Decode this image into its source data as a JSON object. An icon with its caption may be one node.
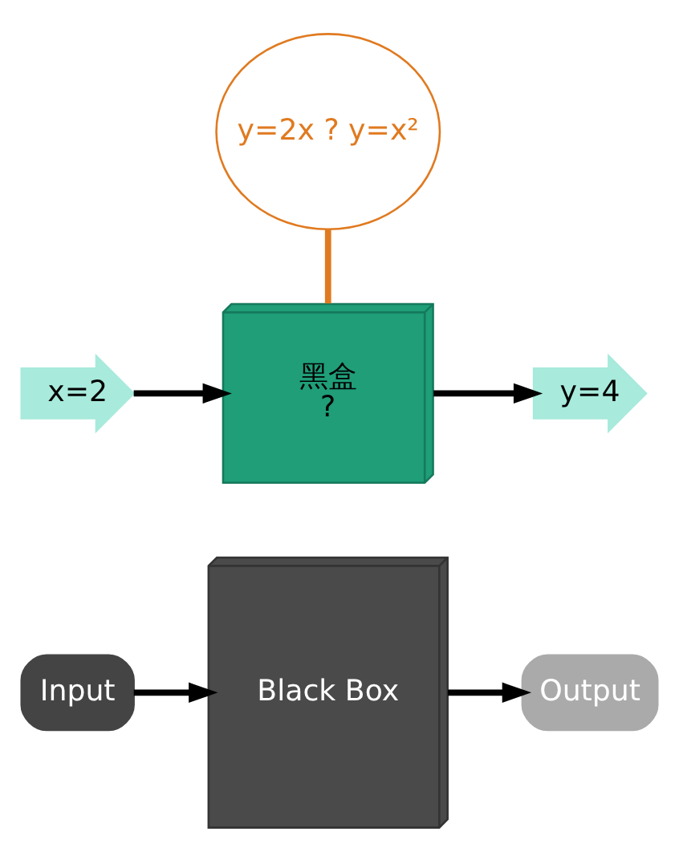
{
  "diagram": {
    "nodes": [
      {
        "text": [
          "Input"
        ]
      },
      {
        "text": [
          "Black Box"
        ]
      },
      {
        "text": [
          "Output"
        ]
      },
      {
        "text": [
          "y=2x ? y=x²"
        ]
      },
      {
        "text": [
          "黑盒",
          "?"
        ]
      },
      {
        "text": [
          "x=2"
        ]
      },
      {
        "text": [
          "y=4"
        ]
      }
    ],
    "edges": [
      {
        "from": 0,
        "to": 1,
        "arrow": "to"
      },
      {
        "from": 1,
        "to": 2,
        "arrow": "to"
      },
      {
        "from": 5,
        "to": 4,
        "arrow": "to"
      },
      {
        "from": 4,
        "to": 6,
        "arrow": "to"
      },
      {
        "from": 3,
        "to": 4,
        "arrow": "none",
        "color": "#e07a20"
      }
    ]
  }
}
